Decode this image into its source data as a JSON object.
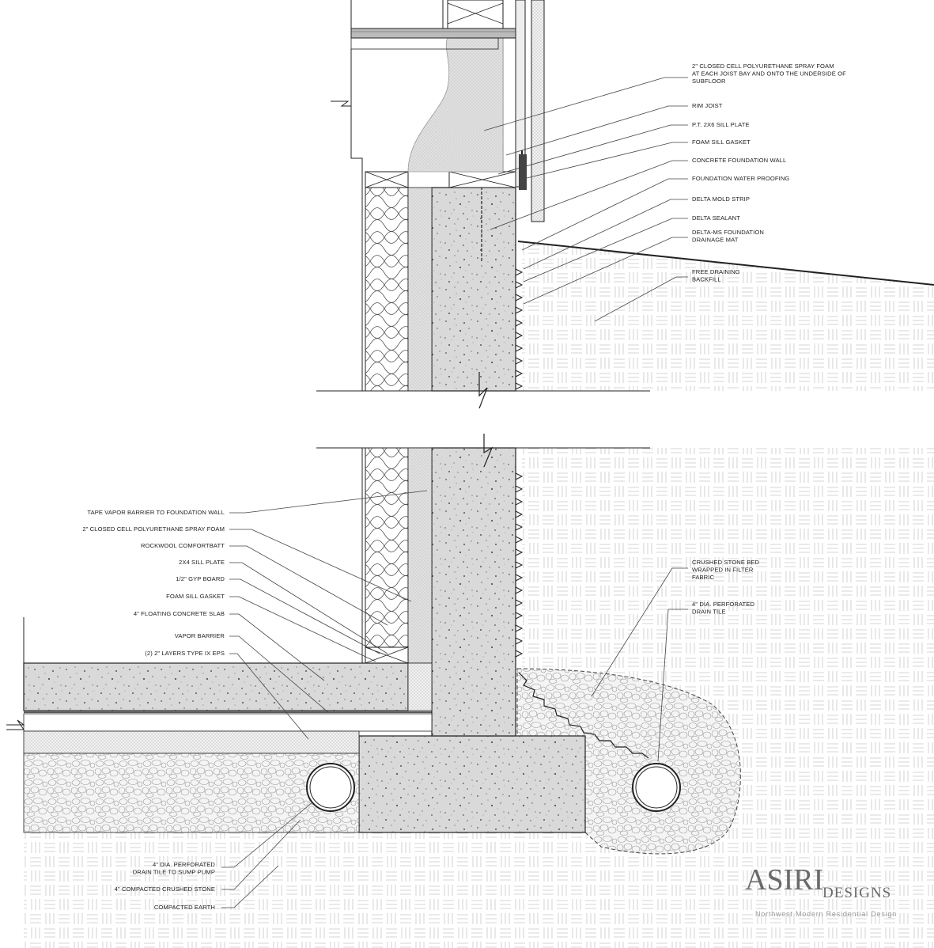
{
  "upper_labels": [
    {
      "id": "spray-foam-joist",
      "lines": [
        "2\" CLOSED CELL POLYURETHANE SPRAY FOAM",
        "AT EACH JOIST BAY AND ONTO THE UNDERSIDE OF",
        "SUBFLOOR"
      ]
    },
    {
      "id": "rim-joist",
      "lines": [
        "RIM JOIST"
      ]
    },
    {
      "id": "pt-sill-plate",
      "lines": [
        "P.T. 2X6 SILL PLATE"
      ]
    },
    {
      "id": "foam-sill-gasket-upper",
      "lines": [
        "FOAM SILL GASKET"
      ]
    },
    {
      "id": "concrete-foundation-wall",
      "lines": [
        "CONCRETE FOUNDATION WALL"
      ]
    },
    {
      "id": "foundation-water-proofing",
      "lines": [
        "FOUNDATION WATER PROOFING"
      ]
    },
    {
      "id": "delta-mold-strip",
      "lines": [
        "DELTA MOLD STRIP"
      ]
    },
    {
      "id": "delta-sealant",
      "lines": [
        "DELTA SEALANT"
      ]
    },
    {
      "id": "delta-ms-mat",
      "lines": [
        "DELTA-MS FOUNDATION",
        "DRAINAGE MAT"
      ]
    },
    {
      "id": "free-draining-backfill",
      "lines": [
        "FREE DRAINING",
        "BACKFILL"
      ]
    }
  ],
  "lower_left_labels": [
    {
      "id": "tape-vapor-barrier",
      "lines": [
        "TAPE VAPOR BARRIER TO FOUNDATION WALL"
      ]
    },
    {
      "id": "spray-foam-wall",
      "lines": [
        "2\" CLOSED CELL POLYURETHANE SPRAY FOAM"
      ]
    },
    {
      "id": "rockwool",
      "lines": [
        "ROCKWOOL COMFORTBATT"
      ]
    },
    {
      "id": "2x4-sill-plate",
      "lines": [
        "2X4 SILL PLATE"
      ]
    },
    {
      "id": "gyp-board",
      "lines": [
        "1/2\" GYP BOARD"
      ]
    },
    {
      "id": "foam-sill-gasket-lower",
      "lines": [
        "FOAM SILL GASKET"
      ]
    },
    {
      "id": "floating-slab",
      "lines": [
        "4\" FLOATING CONCRETE SLAB"
      ]
    },
    {
      "id": "vapor-barrier",
      "lines": [
        "VAPOR BARRIER"
      ]
    },
    {
      "id": "eps-layers",
      "lines": [
        "(2) 2\" LAYERS TYPE IX EPS"
      ]
    }
  ],
  "lower_right_labels": [
    {
      "id": "crushed-stone-bed",
      "lines": [
        "CRUSHED STONE BED",
        "WRAPPED IN FILTER",
        "FABRIC"
      ]
    },
    {
      "id": "drain-tile-exterior",
      "lines": [
        "4\" DIA. PERFORATED",
        "DRAIN TILE"
      ]
    }
  ],
  "bottom_labels": [
    {
      "id": "drain-tile-sump",
      "lines": [
        "4\" DIA. PERFORATED",
        "DRAIN TILE TO SUMP PUMP"
      ]
    },
    {
      "id": "compacted-crushed-stone",
      "lines": [
        "4\" COMPACTED CRUSHED STONE"
      ]
    },
    {
      "id": "compacted-earth",
      "lines": [
        "COMPACTED EARTH"
      ]
    }
  ],
  "logo": {
    "main": "ASIRI",
    "sub": "DESIGNS",
    "tagline": "Northwest Modern Residential Design"
  },
  "colors": {
    "concrete": "#d9d9d9",
    "foam": "#dcdcdc",
    "line": "#222222",
    "leader": "#444444",
    "logo": "#6a6a6a"
  }
}
